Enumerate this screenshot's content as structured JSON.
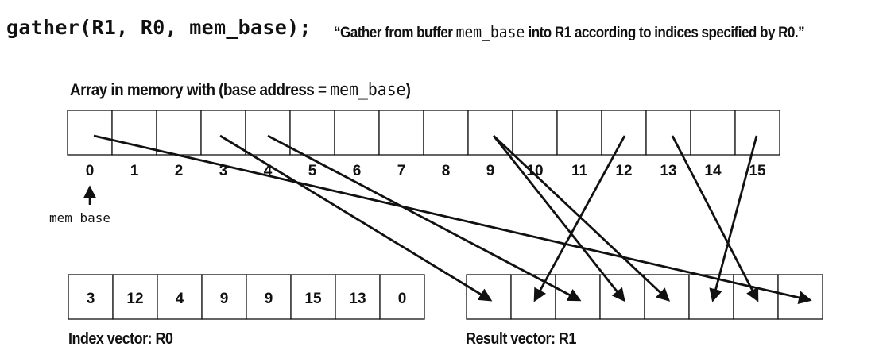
{
  "code_line": "gather(R1, R0, mem_base);",
  "description": {
    "open_quote": "“",
    "prefix": "Gather from buffer",
    "buffer_name": "mem_base",
    "suffix": "into R1 according to indices specified by R0.”"
  },
  "array": {
    "title_prefix": "Array in memory with (base address =",
    "title_base": "mem_base",
    "title_suffix": ")",
    "indices": [
      "0",
      "1",
      "2",
      "3",
      "4",
      "5",
      "6",
      "7",
      "8",
      "9",
      "10",
      "11",
      "12",
      "13",
      "14",
      "15"
    ],
    "base_pointer_label": "mem_base"
  },
  "index_vector": {
    "caption": "Index vector: R0",
    "values": [
      3,
      12,
      4,
      9,
      9,
      15,
      13,
      0
    ]
  },
  "result_vector": {
    "caption": "Result vector: R1",
    "cells": 8
  },
  "colors": {
    "ink": "#111111",
    "background": "#ffffff"
  }
}
